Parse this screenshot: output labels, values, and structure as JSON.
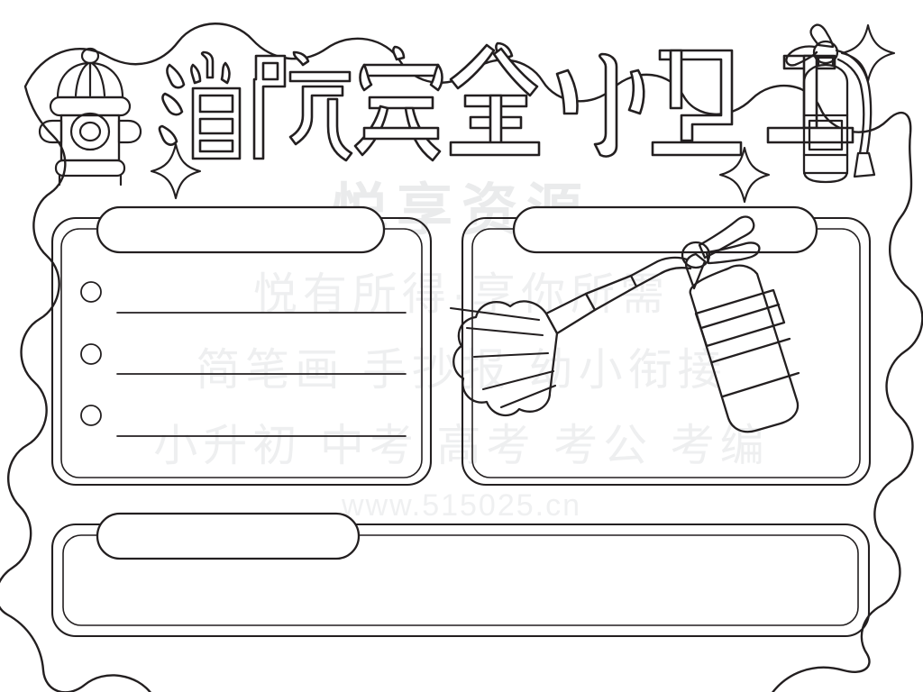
{
  "poster": {
    "title": "消防安全小卫士",
    "title_chars": [
      "消",
      "防",
      "安",
      "全",
      "小",
      "卫",
      "士"
    ],
    "theme": "fire-safety-coloring-worksheet",
    "colors": {
      "ink": "#231f20",
      "paper": "#ffffff",
      "watermark": "#ecedee"
    },
    "border": {
      "style": "wavy-scalloped-frame",
      "stroke": "#231f20"
    },
    "decorations": [
      {
        "name": "fire-hydrant",
        "position": "top-left"
      },
      {
        "name": "fire-extinguisher",
        "position": "top-right"
      },
      {
        "name": "sparkle",
        "position": "left-of-title"
      },
      {
        "name": "sparkle",
        "position": "below-title-right"
      },
      {
        "name": "sparkle",
        "position": "top-right-above-extinguisher"
      }
    ]
  },
  "panels": {
    "left": {
      "name": "左侧文字栏",
      "title_label": "",
      "title_placeholder": "",
      "bullets": [
        "",
        "",
        ""
      ],
      "writing_lines": 3
    },
    "right": {
      "name": "右侧绘画栏",
      "title_label": "",
      "title_placeholder": "",
      "illustration": "fire-extinguisher-spraying-foam"
    },
    "bottom": {
      "name": "底部文字栏",
      "title_label": "",
      "title_placeholder": "",
      "bullets": [
        "",
        "",
        ""
      ]
    }
  },
  "watermarks": {
    "brand": "悦享资源",
    "line1": "悦有所得·享你所需",
    "line2": "简笔画 手抄报 幼小衔接",
    "line3": "小升初 中考 高考 考公 考编",
    "url": "www.515025.cn"
  }
}
